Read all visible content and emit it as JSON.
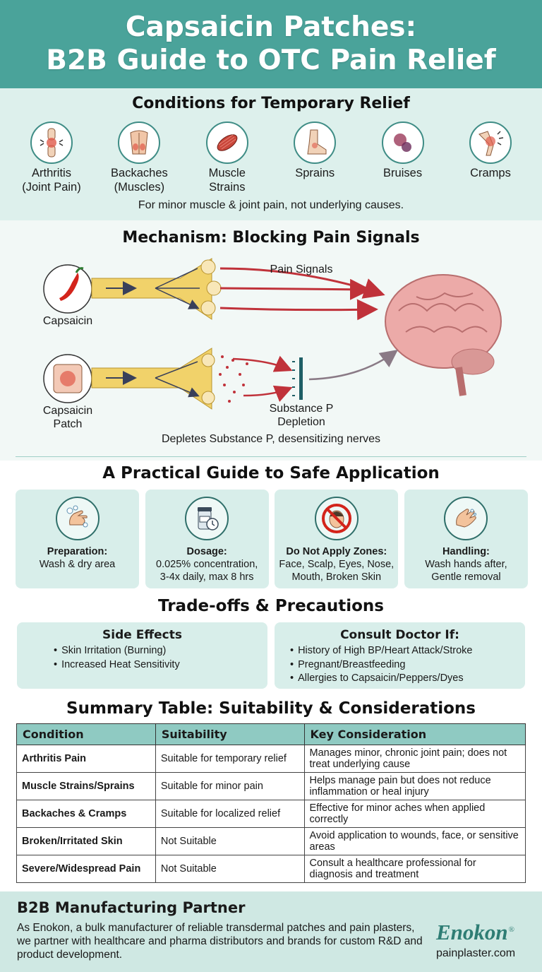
{
  "header": {
    "title_line1": "Capsaicin Patches:",
    "title_line2": "B2B Guide to OTC Pain Relief"
  },
  "conditions": {
    "title": "Conditions for Temporary Relief",
    "items": [
      {
        "label": "Arthritis\n(Joint Pain)",
        "icon": "knee-joint-icon"
      },
      {
        "label": "Backaches\n(Muscles)",
        "icon": "back-muscles-icon"
      },
      {
        "label": "Muscle\nStrains",
        "icon": "muscle-icon"
      },
      {
        "label": "Sprains",
        "icon": "ankle-icon"
      },
      {
        "label": "Bruises",
        "icon": "bruise-icon"
      },
      {
        "label": "Cramps",
        "icon": "cramp-icon"
      }
    ],
    "note": "For minor muscle & joint pain, not underlying causes."
  },
  "mechanism": {
    "title": "Mechanism: Blocking Pain Signals",
    "capsaicin_label": "Capsaicin",
    "pain_signals_label": "Pain Signals",
    "patch_label": "Capsaicin\nPatch",
    "substance_label": "Substance P\nDepletion",
    "caption": "Depletes Substance P, desensitizing nerves"
  },
  "guide": {
    "title": "A Practical Guide to Safe Application",
    "cards": [
      {
        "title": "Preparation:",
        "text": "Wash & dry area",
        "icon": "hand-wash-icon"
      },
      {
        "title": "Dosage:",
        "text": "0.025% concentration,\n3-4x daily, max 8 hrs",
        "icon": "bottle-clock-icon"
      },
      {
        "title": "Do Not Apply Zones:",
        "text": "Face, Scalp, Eyes, Nose,\nMouth, Broken Skin",
        "icon": "no-face-icon"
      },
      {
        "title": "Handling:",
        "text": "Wash hands after,\nGentle removal",
        "icon": "hands-icon"
      }
    ]
  },
  "tradeoffs": {
    "title": "Trade-offs & Precautions",
    "side_effects": {
      "title": "Side Effects",
      "items": [
        "Skin Irritation (Burning)",
        "Increased Heat Sensitivity"
      ]
    },
    "consult": {
      "title": "Consult Doctor If:",
      "items": [
        "History of High BP/Heart Attack/Stroke",
        "Pregnant/Breastfeeding",
        "Allergies to Capsaicin/Peppers/Dyes"
      ]
    }
  },
  "summary": {
    "title": "Summary Table: Suitability & Considerations",
    "headers": [
      "Condition",
      "Suitability",
      "Key Consideration"
    ],
    "rows": [
      [
        "Arthritis Pain",
        "Suitable for temporary relief",
        "Manages minor, chronic joint pain; does not treat underlying cause"
      ],
      [
        "Muscle Strains/Sprains",
        "Suitable for minor pain",
        "Helps manage pain but does not reduce inflammation or heal injury"
      ],
      [
        "Backaches & Cramps",
        "Suitable for localized relief",
        "Effective for minor aches when applied correctly"
      ],
      [
        "Broken/Irritated Skin",
        "Not Suitable",
        "Avoid application to wounds, face, or sensitive areas"
      ],
      [
        "Severe/Widespread Pain",
        "Not Suitable",
        "Consult a healthcare professional for diagnosis and treatment"
      ]
    ]
  },
  "footer": {
    "title": "B2B Manufacturing Partner",
    "text": "As Enokon, a bulk manufacturer of reliable transdermal patches and pain plasters, we partner with healthcare and pharma distributors and brands for custom R&D and product development.",
    "brand": "Enokon",
    "brand_mark": "®",
    "domain": "painplaster.com"
  },
  "colors": {
    "header": "#4aa39a",
    "light_teal": "#ddf0ec",
    "card": "#d8eeea",
    "table_header": "#8fcac2",
    "brand": "#2e7d74"
  }
}
